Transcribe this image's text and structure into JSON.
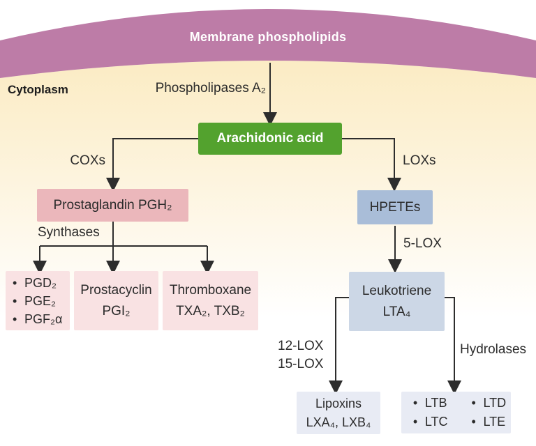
{
  "membrane": {
    "label": "Membrane phospholipids"
  },
  "cytoplasm_label": "Cytoplasm",
  "enzymes": {
    "phospholipases": "Phospholipases A₂",
    "coxs": "COXs",
    "loxs": "LOXs",
    "synthases": "Synthases",
    "five_lox": "5-LOX",
    "twelve_lox": "12-LOX",
    "fifteen_lox": "15-LOX",
    "hydrolases": "Hydrolases"
  },
  "nodes": {
    "arachidonic_acid": {
      "label": "Arachidonic acid"
    },
    "prostaglandin": {
      "label": "Prostaglandin PGH₂"
    },
    "prostaglandin_products": {
      "items": [
        "PGD₂",
        "PGE₂",
        "PGF₂α"
      ]
    },
    "prostacyclin": {
      "line1": "Prostacyclin",
      "line2": "PGI₂"
    },
    "thromboxane": {
      "line1": "Thromboxane",
      "line2": "TXA₂, TXB₂"
    },
    "hpetes": {
      "label": "HPETEs"
    },
    "leukotriene": {
      "line1": "Leukotriene",
      "line2": "LTA₄"
    },
    "lipoxins": {
      "line1": "Lipoxins",
      "line2": "LXA₄, LXB₄"
    },
    "leukotriene_products": {
      "col1": [
        "LTB",
        "LTC"
      ],
      "col2": [
        "LTD",
        "LTE"
      ]
    }
  },
  "colors": {
    "membrane": "#bd7ca7",
    "cytoplasm_tint": "#fbecc5",
    "arachidonic_green": "#53a22e",
    "prostaglandin_pink": "#ebb7bb",
    "product_pink": "#f9e2e3",
    "hpetes_blue": "#a9bdd8",
    "leukotriene_blue": "#ccd7e6",
    "product_lavender": "#e8ebf4",
    "connector_line": "#2d2d2d"
  }
}
